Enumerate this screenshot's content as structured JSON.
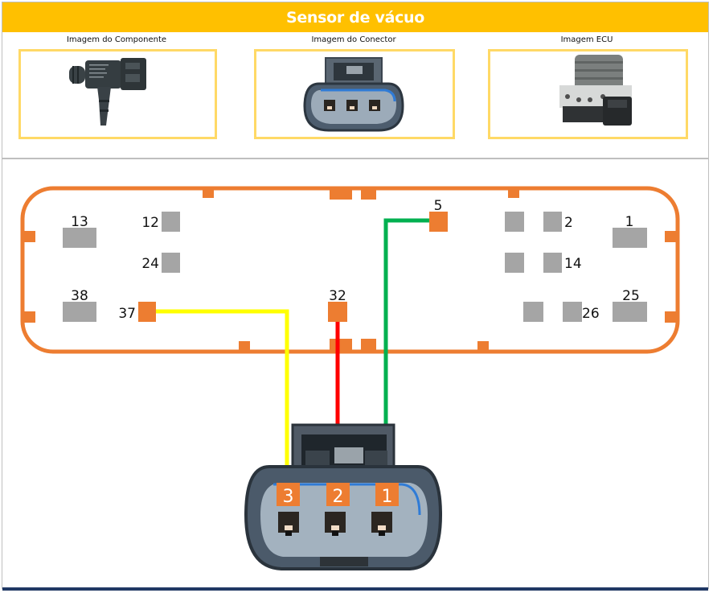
{
  "header": {
    "title": "Sensor de vácuo"
  },
  "images": [
    {
      "label": "Imagem do Componente",
      "icon": "vacuum-sensor-photo"
    },
    {
      "label": "Imagem do Conector",
      "icon": "connector-photo"
    },
    {
      "label": "Imagem ECU",
      "icon": "ecu-photo"
    }
  ],
  "ecu_connector": {
    "outline_color": "#ed7d31",
    "inactive_pin_color": "#a5a5a5",
    "active_pin_color": "#ed7d31",
    "pins": [
      {
        "id": "13",
        "label": "13",
        "active": false
      },
      {
        "id": "12",
        "label": "12",
        "active": false
      },
      {
        "id": "24",
        "label": "24",
        "active": false
      },
      {
        "id": "38",
        "label": "38",
        "active": false
      },
      {
        "id": "37",
        "label": "37",
        "active": true
      },
      {
        "id": "32",
        "label": "32",
        "active": true
      },
      {
        "id": "5",
        "label": "5",
        "active": true
      },
      {
        "id": "2",
        "label": "2",
        "active": false
      },
      {
        "id": "14",
        "label": "14",
        "active": false
      },
      {
        "id": "1",
        "label": "1",
        "active": false
      },
      {
        "id": "26",
        "label": "26",
        "active": false
      },
      {
        "id": "25",
        "label": "25",
        "active": false
      }
    ]
  },
  "sensor_connector": {
    "pins": [
      {
        "label": "3"
      },
      {
        "label": "2"
      },
      {
        "label": "1"
      }
    ]
  },
  "wires": [
    {
      "from_ecu_pin": "37",
      "to_sensor_pin": "3",
      "color": "#ffff00"
    },
    {
      "from_ecu_pin": "32",
      "to_sensor_pin": "2",
      "color": "#ff0000"
    },
    {
      "from_ecu_pin": "5",
      "to_sensor_pin": "1",
      "color": "#00b050"
    }
  ]
}
